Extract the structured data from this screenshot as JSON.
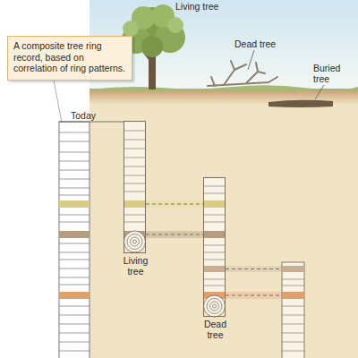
{
  "diagram": {
    "nodes": [
      {
        "text": [
          "A composite tree ring record, based on correlation of ring patterns."
        ]
      },
      {
        "text": [
          "Living tree"
        ]
      },
      {
        "text": [
          "Dead tree"
        ]
      }
    ],
    "edges": [
      {
        "from": 1,
        "to": 2,
        "arrow": "none"
      },
      {
        "from": 1,
        "to": 2,
        "arrow": "none"
      }
    ],
    "labels": [
      "Living tree",
      "Dead tree",
      "Buried tree",
      "Today"
    ]
  }
}
